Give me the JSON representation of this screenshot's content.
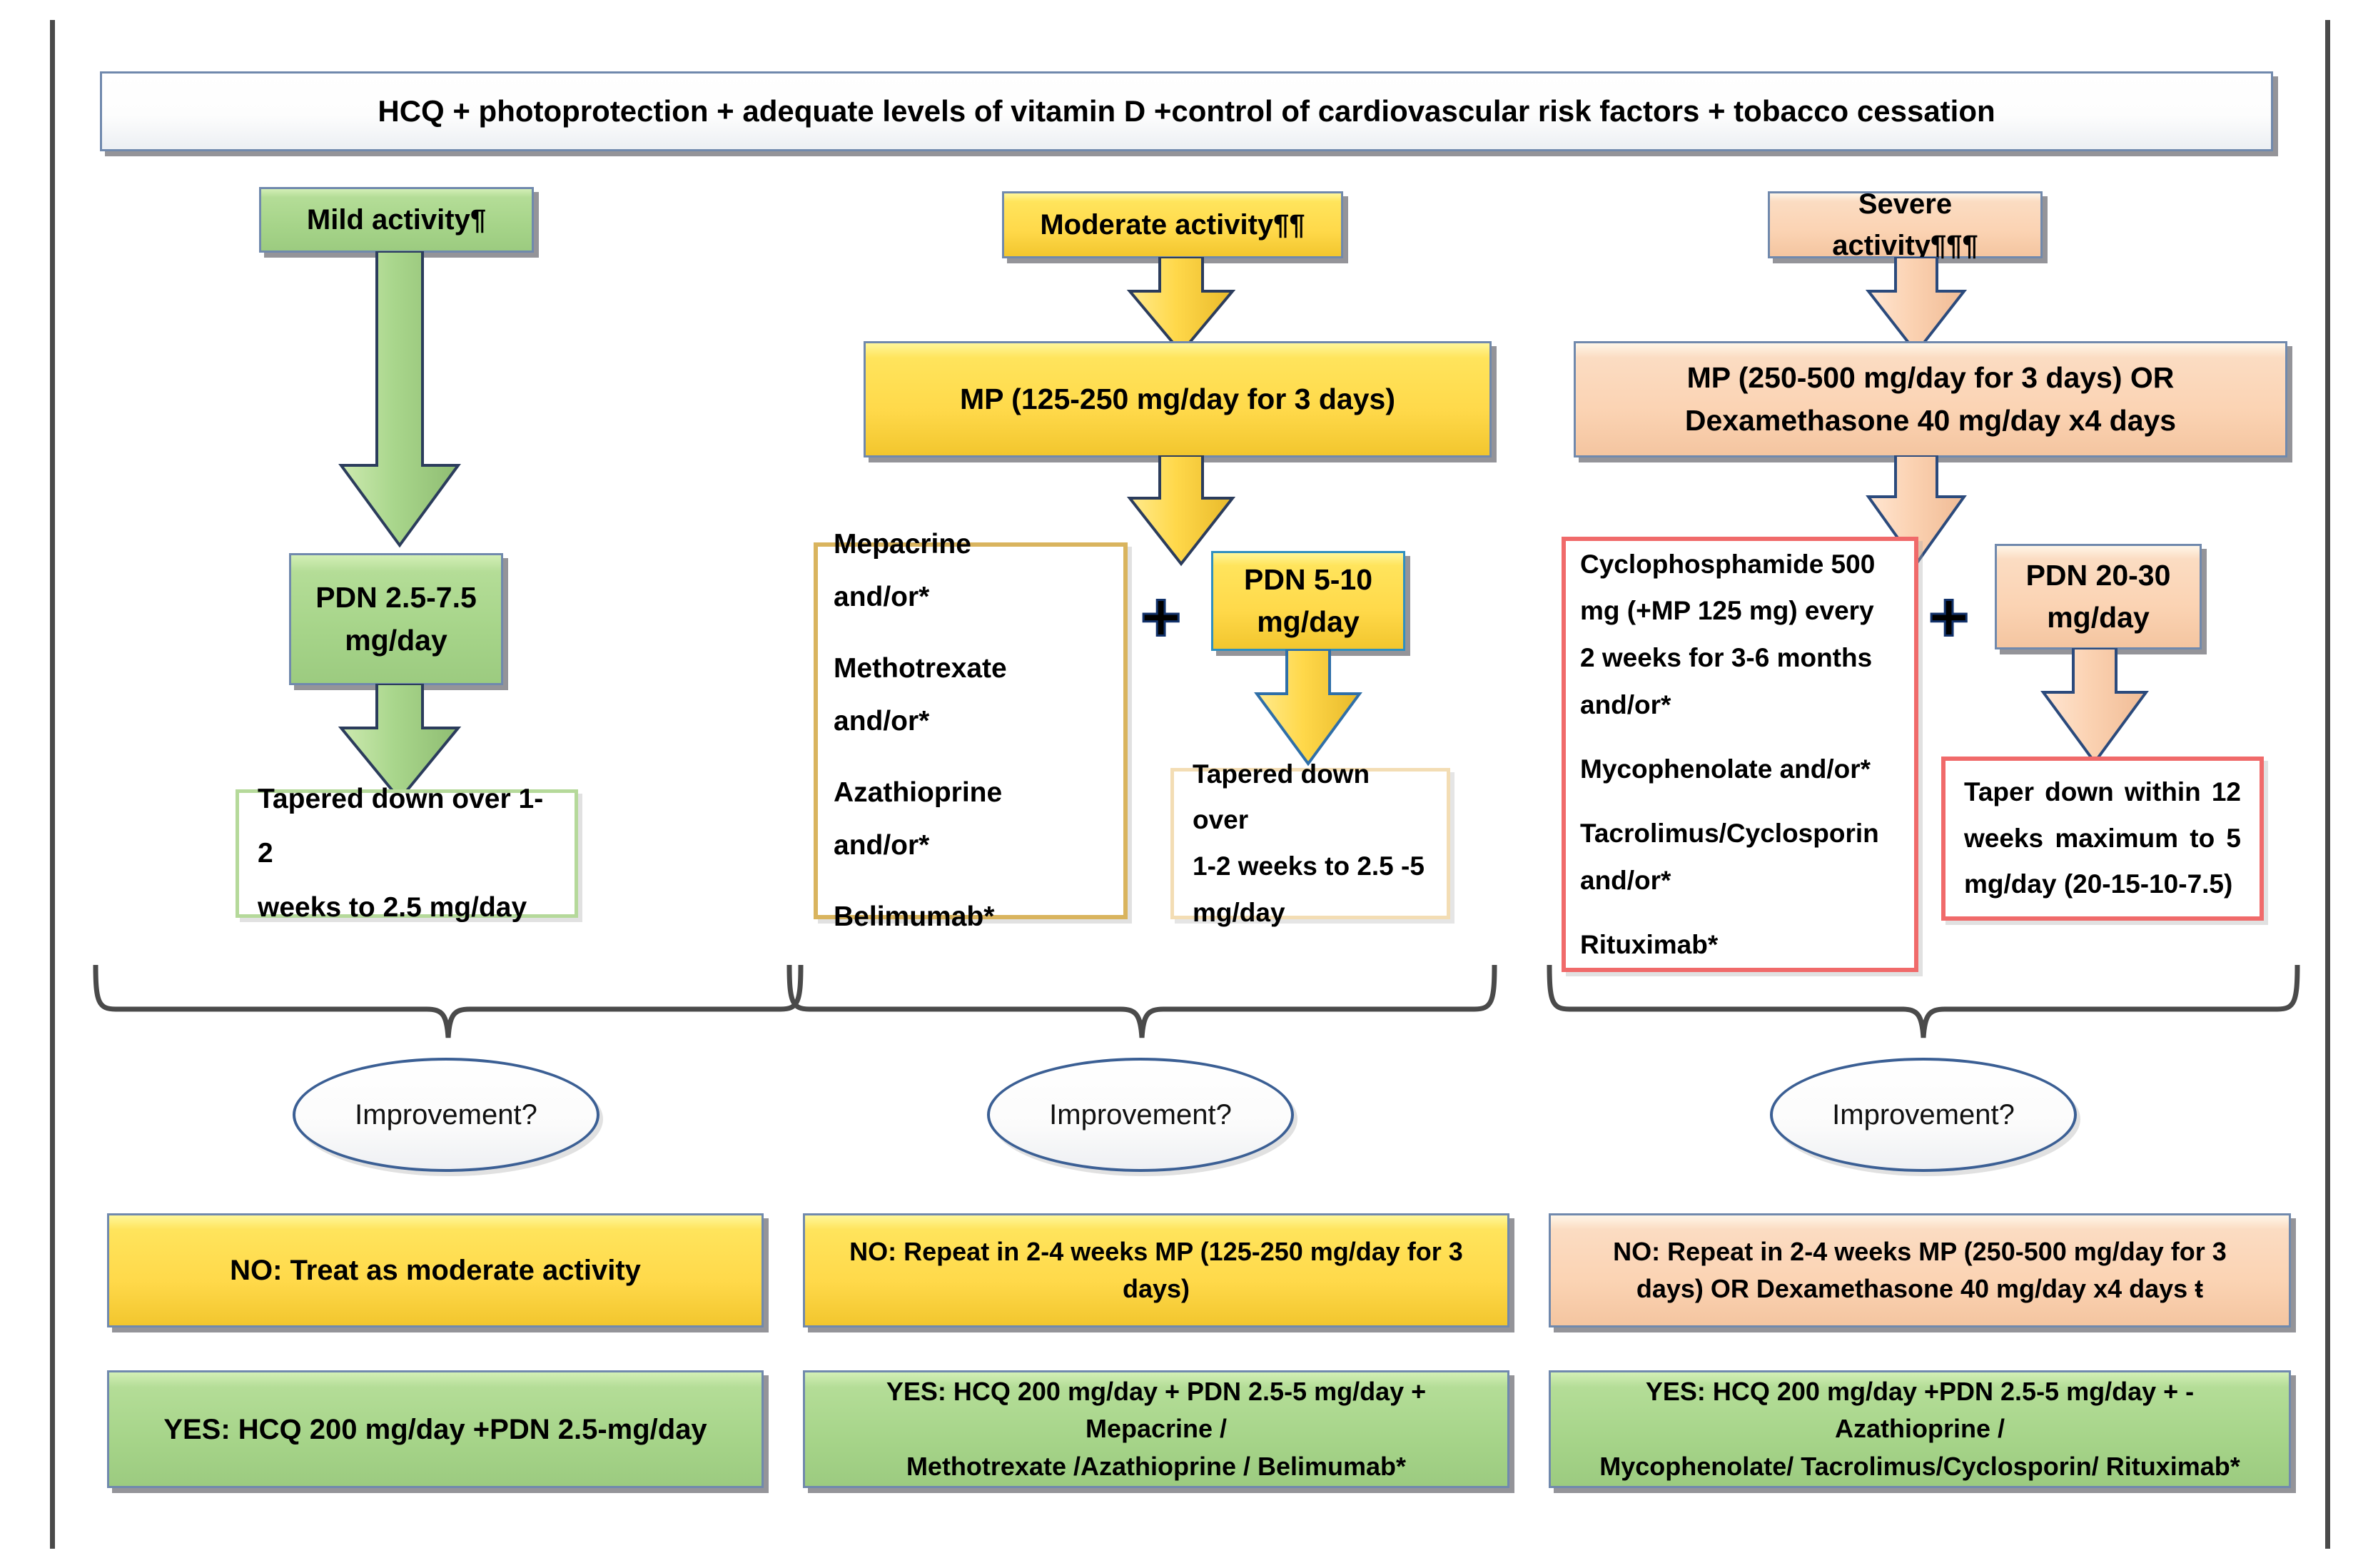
{
  "figure": {
    "type": "clinical-treatment-flowchart",
    "title_banner": "HCQ + photoprotection + adequate levels of vitamin D +control of cardiovascular risk factors + tobacco cessation"
  },
  "colors": {
    "mild": "#a6d489",
    "moderate": "#ffd94a",
    "severe": "#fbd3b3",
    "box_border": "#7089ad",
    "red_outline": "#f06a6a",
    "gold_outline": "#d9b45e",
    "green_outline": "#b5d99a",
    "ellipse_border": "#3b5f94"
  },
  "columns": [
    {
      "id": "mild",
      "activity_label": "Mild activity¶",
      "pdn": "PDN 2.5-7.5 mg/day",
      "pdn_lines": [
        "PDN 2.5-7.5",
        "mg/day"
      ],
      "taper_lines": [
        "Tapered down over 1-  2",
        "weeks to 2.5 mg/day"
      ],
      "decision": "Improvement?",
      "no_answer": "NO: Treat as moderate activity",
      "yes_answer": "YES: HCQ 200 mg/day +PDN 2.5-mg/day"
    },
    {
      "id": "moderate",
      "activity_label": "Moderate activity¶¶",
      "mp": "MP (125-250 mg/day for 3 days)",
      "drugs": [
        "Mepacrine",
        "and/or*",
        "Methotrexate",
        "and/or*",
        "Azathioprine",
        "and/or*",
        "Belimumab*"
      ],
      "plus": "+",
      "pdn_lines": [
        "PDN 5-10",
        "mg/day"
      ],
      "taper_lines": [
        "Tapered down over",
        "1-2 weeks to 2.5 -5",
        "mg/day"
      ],
      "decision": "Improvement?",
      "no_answer": "NO: Repeat in 2-4 weeks MP (125-250 mg/day for 3 days)",
      "yes_answer_lines": [
        "YES: HCQ 200 mg/day + PDN 2.5-5 mg/day + Mepacrine /",
        "Methotrexate /Azathioprine / Belimumab*"
      ]
    },
    {
      "id": "severe",
      "activity_label": "Severe activity¶¶¶",
      "mp_lines": [
        "MP (250-500 mg/day for 3 days) OR",
        "Dexamethasone 40 mg/day x4 days"
      ],
      "drugs": [
        "Cyclophosphamide 500",
        "mg (+MP 125 mg) every",
        "2 weeks for 3-6 months",
        "and/or*",
        "Mycophenolate and/or*",
        "Tacrolimus/Cyclosporin",
        "and/or*",
        "Rituximab*"
      ],
      "plus": "+",
      "pdn_lines": [
        "PDN 20-30",
        "mg/day"
      ],
      "taper_lines": [
        "Taper  down  within  12",
        "weeks  maximum  to  5",
        "mg/day (20-15-10-7.5)"
      ],
      "decision": "Improvement?",
      "no_answer_lines": [
        "NO: Repeat in 2-4 weeks MP (250-500 mg/day for 3",
        "days) OR Dexamethasone 40 mg/day x4 days ŧ"
      ],
      "yes_answer_lines": [
        "YES: HCQ 200 mg/day +PDN 2.5-5 mg/day + - Azathioprine /",
        "Mycophenolate/ Tacrolimus/Cyclosporin/ Rituximab*"
      ]
    }
  ]
}
